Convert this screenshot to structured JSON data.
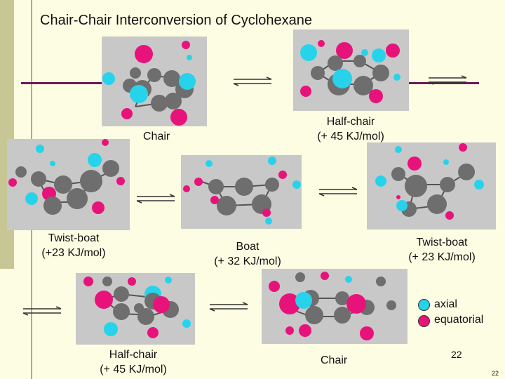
{
  "slide": {
    "title": "Chair-Chair Interconversion of Cyclohexane",
    "page_number": "22",
    "page_number_small": "22"
  },
  "labels": {
    "chair_top": "Chair",
    "half_chair_top_1": "Half-chair",
    "half_chair_top_2": "(+ 45 KJ/mol)",
    "twist_boat_left_1": "Twist-boat",
    "twist_boat_left_2": "(+23 KJ/mol)",
    "boat_1": "Boat",
    "boat_2": "(+ 32 KJ/mol)",
    "twist_boat_right_1": "Twist-boat",
    "twist_boat_right_2": "(+ 23 KJ/mol)",
    "half_chair_bottom_1": "Half-chair",
    "half_chair_bottom_2": "(+ 45 KJ/mol)",
    "chair_bottom": "Chair"
  },
  "legend": {
    "axial_label": "axial",
    "equatorial_label": "equatorial",
    "axial_color": "#27d3eb",
    "equatorial_color": "#e8137a"
  },
  "colors": {
    "background": "#fdfde3",
    "panel": "#c8c8c8",
    "carbon": "#6e6e6e",
    "divider": "#6b1a5a"
  }
}
